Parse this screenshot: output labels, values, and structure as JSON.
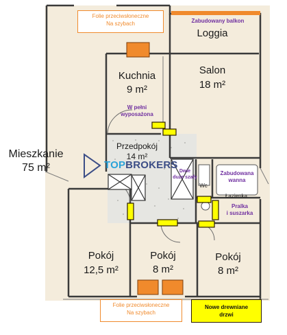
{
  "top_note": {
    "line1": "Folie przeciwsłoneczne",
    "line2": "Na szybach"
  },
  "balcony_note": "Zabudowany balkon",
  "rooms": {
    "loggia": "Loggia",
    "kuchnia": {
      "name": "Kuchnia",
      "area": "9 m²"
    },
    "salon": {
      "name": "Salon",
      "area": "18 m²"
    },
    "przedpokoj": {
      "name": "Przedpokój",
      "area": "14 m²"
    },
    "pokoj1": {
      "name": "Pokój",
      "area": "12,5 m²"
    },
    "pokoj2": {
      "name": "Pokój",
      "area": "8 m²"
    },
    "pokoj3": {
      "name": "Pokój",
      "area": "8 m²"
    },
    "wc": "Wc",
    "lazienka": "Łazienka"
  },
  "kitchen_note": {
    "line1": "W pełni",
    "line2": "wyposażona"
  },
  "wardrobe_note": {
    "line1": "Dwie",
    "line2": "duże szafy"
  },
  "bath_note": {
    "line1": "Zabudowana",
    "line2": "wanna"
  },
  "washer_note": {
    "line1": "Pralka",
    "line2": "i suszarka"
  },
  "apartment": {
    "name": "Mieszkanie",
    "area": "75 m²"
  },
  "logo": {
    "part1": "TOP",
    "part2": "BROKERS"
  },
  "bottom_note": {
    "line1": "Folie przeciwsłoneczne",
    "line2": "Na szybach"
  },
  "doors_note": {
    "line1": "Nowe drewniane",
    "line2": "drzwi"
  },
  "colors": {
    "orange": "#f08a2c",
    "yellow": "#ffff00",
    "purple": "#7030a0",
    "wall": "#3a3a3a",
    "floor": "#f4ecdc"
  }
}
